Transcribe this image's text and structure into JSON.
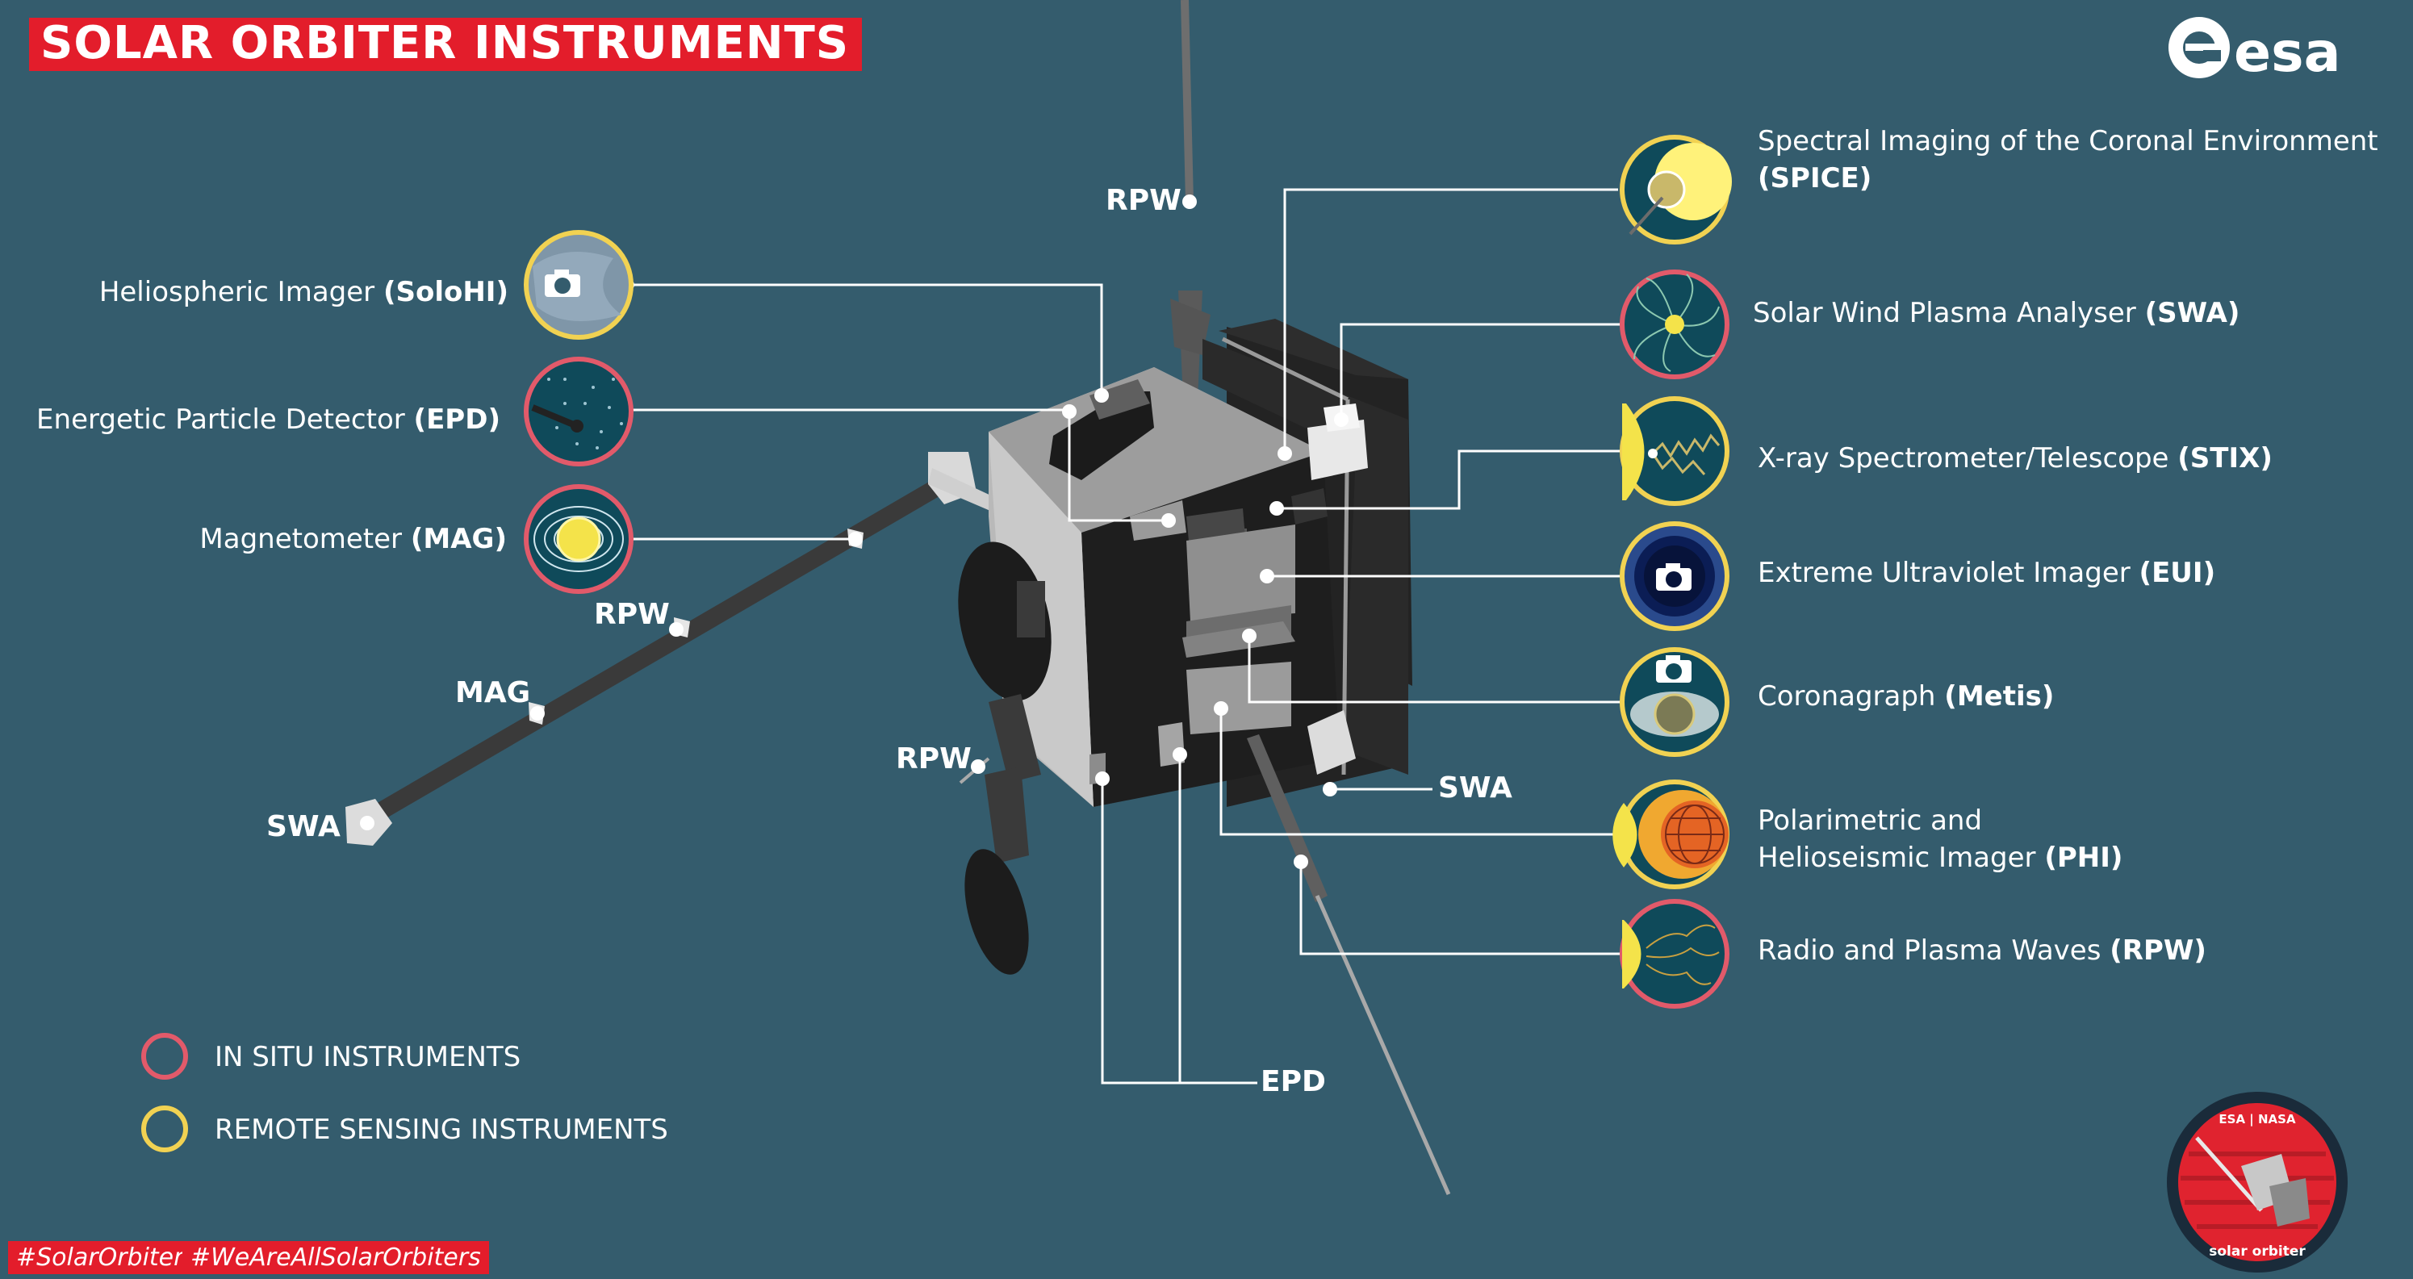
{
  "title": "SOLAR ORBITER INSTRUMENTS",
  "logo_text": "esa",
  "left_instruments": [
    {
      "name": "Heliospheric Imager ",
      "abbr": "(SoloHI)",
      "type": "remote",
      "icon": "camera-icon"
    },
    {
      "name": "Energetic Particle Detector ",
      "abbr": "(EPD)",
      "type": "in-situ",
      "icon": "particles-icon"
    },
    {
      "name": "Magnetometer ",
      "abbr": "(MAG)",
      "type": "in-situ",
      "icon": "magnetic-field-icon"
    }
  ],
  "right_instruments": [
    {
      "name": "Spectral Imaging of the Coronal Environment",
      "abbr": "(SPICE)",
      "type": "remote",
      "icon": "spectral-sun-icon"
    },
    {
      "name": "Solar Wind Plasma Analyser ",
      "abbr": "(SWA)",
      "type": "in-situ",
      "icon": "solar-wind-icon"
    },
    {
      "name": "X-ray Spectrometer/Telescope ",
      "abbr": "(STIX)",
      "type": "remote",
      "icon": "xray-icon"
    },
    {
      "name": "Extreme Ultraviolet Imager ",
      "abbr": "(EUI)",
      "type": "remote",
      "icon": "camera-icon"
    },
    {
      "name": "Coronagraph ",
      "abbr": "(Metis)",
      "type": "remote",
      "icon": "eclipse-icon"
    },
    {
      "name": "Polarimetric and",
      "name2": "Helioseismic Imager ",
      "abbr": "(PHI)",
      "type": "remote",
      "icon": "sun-surface-icon"
    },
    {
      "name": "Radio and Plasma Waves ",
      "abbr": "(RPW)",
      "type": "in-situ",
      "icon": "radio-waves-icon"
    }
  ],
  "callouts": {
    "rpw_top": "RPW",
    "rpw_boom": "RPW",
    "mag_boom": "MAG",
    "swa_boom": "SWA",
    "rpw_lower": "RPW",
    "swa_lower": "SWA",
    "epd_lower": "EPD"
  },
  "legend": {
    "in_situ": "IN SITU INSTRUMENTS",
    "remote": "REMOTE SENSING INSTRUMENTS",
    "in_situ_color": "#e25a6a",
    "remote_color": "#f1d252"
  },
  "hashtags": [
    "#SolarOrbiter",
    "#WeAreAllSolarOrbiters"
  ],
  "badge": {
    "top": "ESA | NASA",
    "bottom": "solar orbiter"
  },
  "colors": {
    "background": "#345c6d",
    "brand_red": "#e31d2b",
    "in_situ": "#e25a6a",
    "remote": "#f1d252"
  }
}
